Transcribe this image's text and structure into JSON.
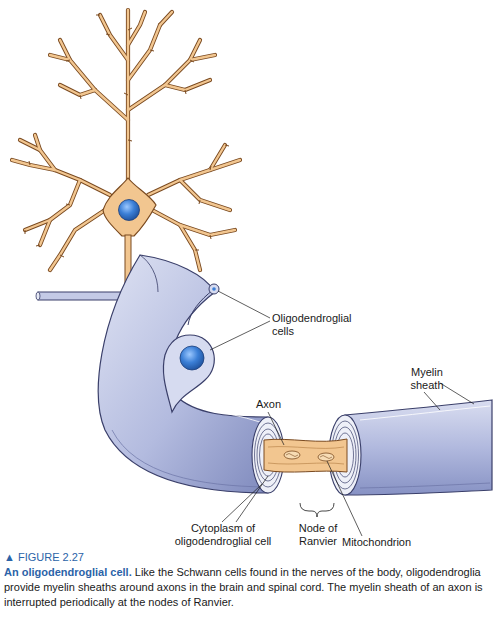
{
  "diagram": {
    "title": "An oligodendroglial cell.",
    "caption": "Like the Schwann cells found in the nerves of the body, oligodendroglia provide myelin sheaths around axons in the brain and spinal cord. The myelin sheath of an axon is interrupted periodically at the nodes of Ranvier.",
    "labels": [
      "Oligodendroglial cells",
      "Myelin sheath",
      "Axon",
      "Cytoplasm of oligodendroglial cell",
      "Node of Ranvier",
      "Mitochondrion",
      "▲ FIGURE 2.27"
    ]
  }
}
